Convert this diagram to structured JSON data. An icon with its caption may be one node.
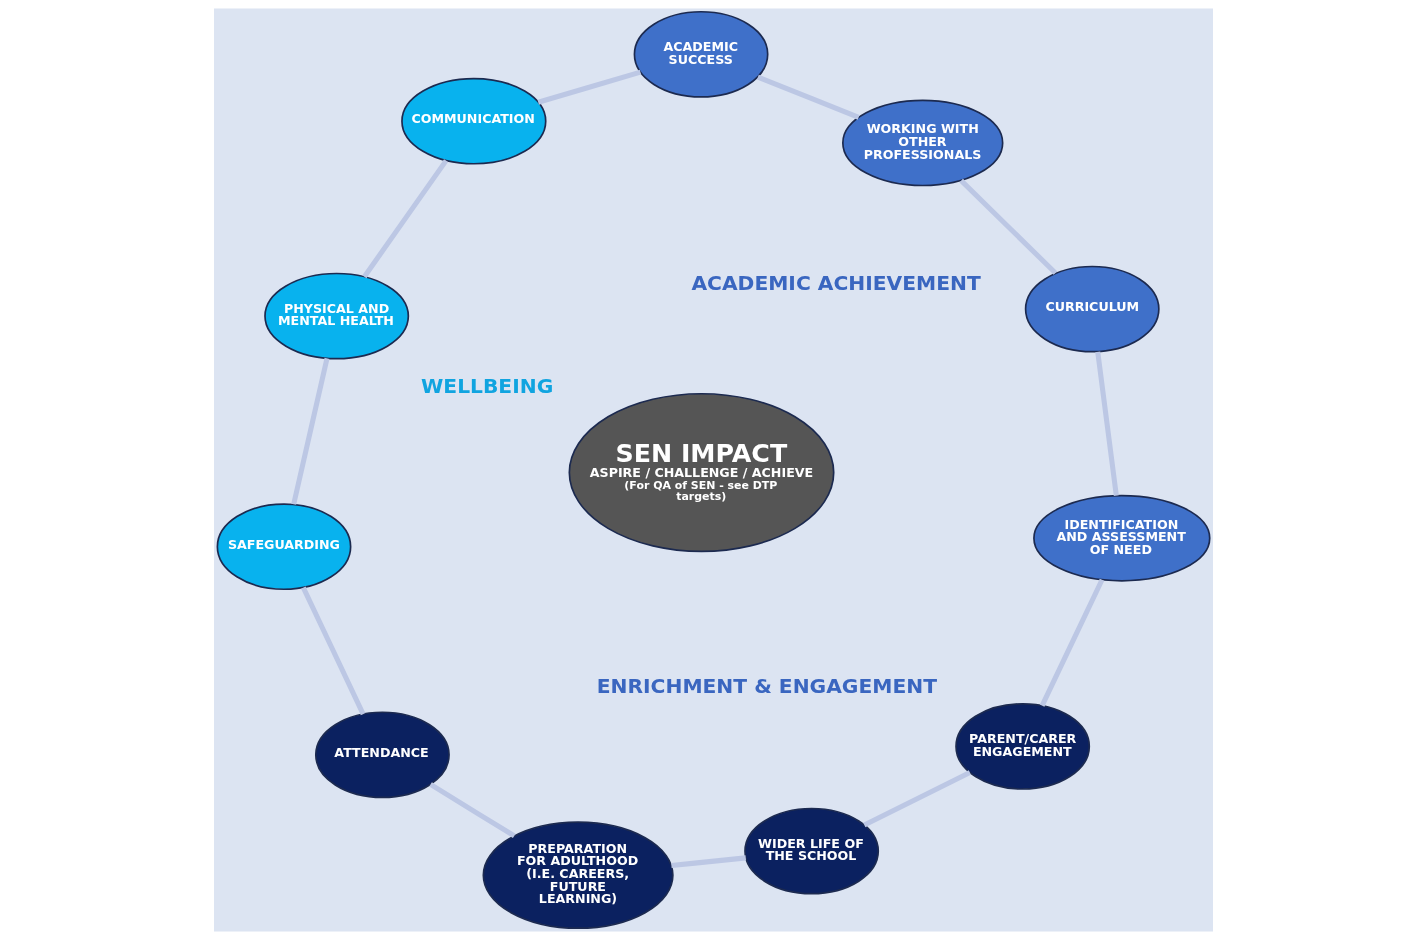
{
  "diagram": {
    "nodes": [
      {
        "text": [
          "IDENTIFICATION AND ASSESSMENT OF NEED"
        ]
      },
      {
        "text": [
          "CURRICULUM"
        ]
      },
      {
        "text": [
          "WORKING WITH OTHER PROFESSIONALS"
        ]
      },
      {
        "text": [
          "ACADEMIC SUCCESS"
        ]
      },
      {
        "text": [
          "COMMUNICATION"
        ]
      },
      {
        "text": [
          "PHYSICAL AND MENTAL HEALTH"
        ]
      },
      {
        "text": [
          "SAFEGUARDING"
        ]
      },
      {
        "text": [
          "ATTENDANCE"
        ]
      },
      {
        "text": [
          "PREPARATION FOR ADULTHOOD (I.E. CAREERS, FUTURE LEARNING)"
        ]
      },
      {
        "text": [
          "WIDER LIFE OF THE SCHOOL"
        ]
      },
      {
        "text": [
          "PARENT/CARER ENGAGEMENT"
        ]
      },
      {
        "text": [
          "SEN IMPACT",
          "ASPIRE / CHALLENGE / ACHIEVE",
          "(For QA of SEN - see DTP targets)"
        ]
      }
    ],
    "edges": [
      {
        "from": 0,
        "to": 1,
        "arrow": "none"
      },
      {
        "from": 1,
        "to": 2,
        "arrow": "none"
      },
      {
        "from": 2,
        "to": 3,
        "arrow": "none"
      },
      {
        "from": 3,
        "to": 4,
        "arrow": "none"
      },
      {
        "from": 4,
        "to": 5,
        "arrow": "none"
      },
      {
        "from": 5,
        "to": 6,
        "arrow": "none"
      },
      {
        "from": 6,
        "to": 7,
        "arrow": "none"
      },
      {
        "from": 7,
        "to": 8,
        "arrow": "none"
      },
      {
        "from": 8,
        "to": 9,
        "arrow": "none"
      },
      {
        "from": 9,
        "to": 10,
        "arrow": "none"
      },
      {
        "from": 10,
        "to": 0,
        "arrow": "none"
      }
    ],
    "labels": [
      "ENRICHMENT & ENGAGEMENT",
      "ACADEMIC ACHIEVEMENT",
      "WELLBEING"
    ]
  }
}
